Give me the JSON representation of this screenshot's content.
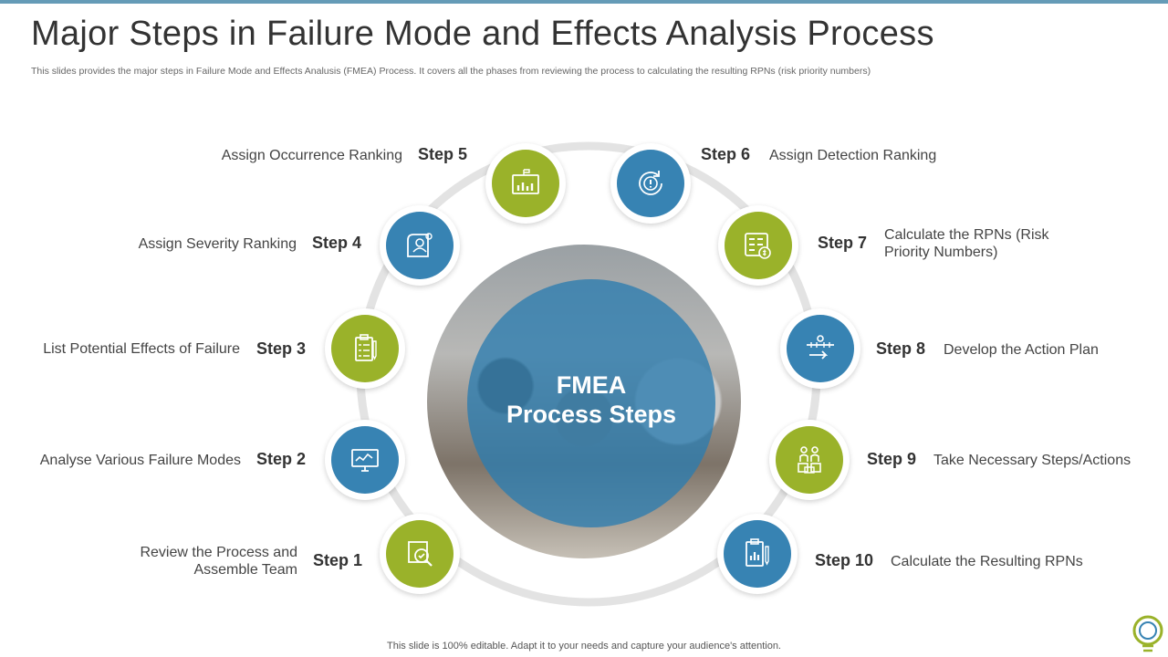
{
  "title": "Major Steps in Failure Mode and Effects Analysis Process",
  "subtitle": "This slides provides the major steps in Failure Mode and Effects Analusis (FMEA) Process. It covers all the phases from reviewing the process to calculating the resulting RPNs (risk priority numbers)",
  "center": {
    "line1": "FMEA",
    "line2": "Process Steps"
  },
  "steps": [
    {
      "label": "Step 1",
      "text": "Review the Process and Assemble Team",
      "color": "green",
      "icon": "magnifier-document-icon"
    },
    {
      "label": "Step 2",
      "text": "Analyse Various Failure Modes",
      "color": "blue",
      "icon": "monitor-analysis-icon"
    },
    {
      "label": "Step 3",
      "text": "List Potential Effects of Failure",
      "color": "green",
      "icon": "clipboard-checklist-icon"
    },
    {
      "label": "Step 4",
      "text": "Assign Severity Ranking",
      "color": "blue",
      "icon": "user-ranking-icon"
    },
    {
      "label": "Step 5",
      "text": "Assign Occurrence Ranking",
      "color": "green",
      "icon": "dashboard-chart-icon"
    },
    {
      "label": "Step 6",
      "text": "Assign Detection Ranking",
      "color": "blue",
      "icon": "alert-refresh-icon"
    },
    {
      "label": "Step 7",
      "text": "Calculate the RPNs (Risk Priority Numbers)",
      "color": "green",
      "icon": "calculator-money-icon"
    },
    {
      "label": "Step 8",
      "text": "Develop the Action Plan",
      "color": "blue",
      "icon": "action-plan-icon"
    },
    {
      "label": "Step 9",
      "text": "Take Necessary Steps/Actions",
      "color": "green",
      "icon": "team-blocks-icon"
    },
    {
      "label": "Step 10",
      "text": "Calculate the Resulting RPNs",
      "color": "blue",
      "icon": "report-pencil-icon"
    }
  ],
  "footer": "This slide is 100% editable. Adapt it to your needs and capture your audience's attention.",
  "colors": {
    "green": "#9ab22a",
    "blue": "#3783b3",
    "ring": "#e3e3e3"
  }
}
